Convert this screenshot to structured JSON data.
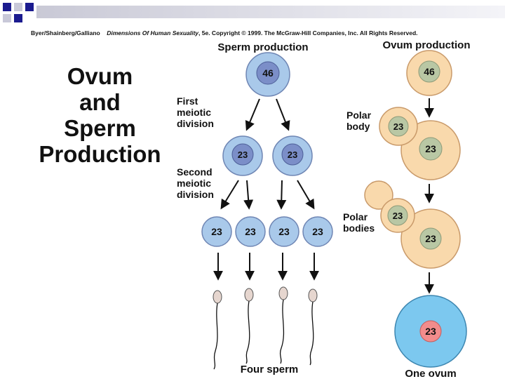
{
  "credit": {
    "authors": "Byer/Shainberg/Galliano",
    "book": "Dimensions Of Human Sexuality",
    "rest": ", 5e. Copyright © 1999. The McGraw-Hill Companies, Inc. All Rights Reserved."
  },
  "title": {
    "line1": "Ovum",
    "line2": "and",
    "line3": "Sperm",
    "line4": "Production"
  },
  "sperm": {
    "heading": "Sperm production",
    "first_div": {
      "line1": "First",
      "line2": "meiotic",
      "line3": "division"
    },
    "second_div": {
      "line1": "Second",
      "line2": "meiotic",
      "line3": "division"
    },
    "parent": "46",
    "secondary": [
      "23",
      "23"
    ],
    "spermatids": [
      "23",
      "23",
      "23",
      "23"
    ],
    "caption": "Four sperm"
  },
  "ovum": {
    "heading": "Ovum production",
    "parent": "46",
    "polar1": {
      "line1": "Polar",
      "line2": "body"
    },
    "polar2": {
      "line1": "Polar",
      "line2": "bodies"
    },
    "stage1_polar": "23",
    "stage1_main": "23",
    "stage2_polar": "23",
    "stage2_main": "23",
    "final": "23",
    "caption": "One ovum"
  },
  "colors": {
    "sperm_cell": "#a9c9ea",
    "sperm_nucleus": "#7b8ec8",
    "ovum_cell": "#f9d9ac",
    "ovum_nucleus": "#b9c7a4",
    "final_ovum": "#7cc8ef",
    "final_nucleus": "#f28c8c"
  }
}
